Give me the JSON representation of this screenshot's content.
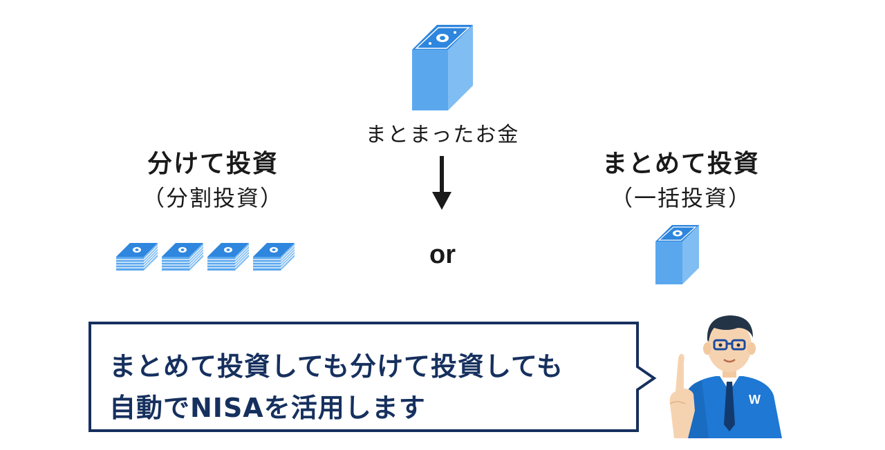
{
  "source": {
    "label": "まとまったお金"
  },
  "split_investment": {
    "title": "分けて投資",
    "subtitle": "（分割投資）"
  },
  "lump_investment": {
    "title": "まとめて投資",
    "subtitle": "（一括投資）"
  },
  "choice": {
    "label": "or"
  },
  "speech": {
    "line1": "まとめて投資しても分けて投資しても",
    "line2": "自動でNISAを活用します"
  },
  "colors": {
    "money_blue": "#5aa7ee",
    "money_dark": "#2e86de",
    "bubble_border": "#16305e",
    "text_navy": "#16305e",
    "suit_blue": "#1e78d4"
  },
  "icons": {
    "large_stack": "money-stack-icon",
    "small_stack": "money-stack-icon",
    "bundle": "money-bundle-icon",
    "arrow": "arrow-down-icon",
    "advisor": "advisor-illustration"
  }
}
